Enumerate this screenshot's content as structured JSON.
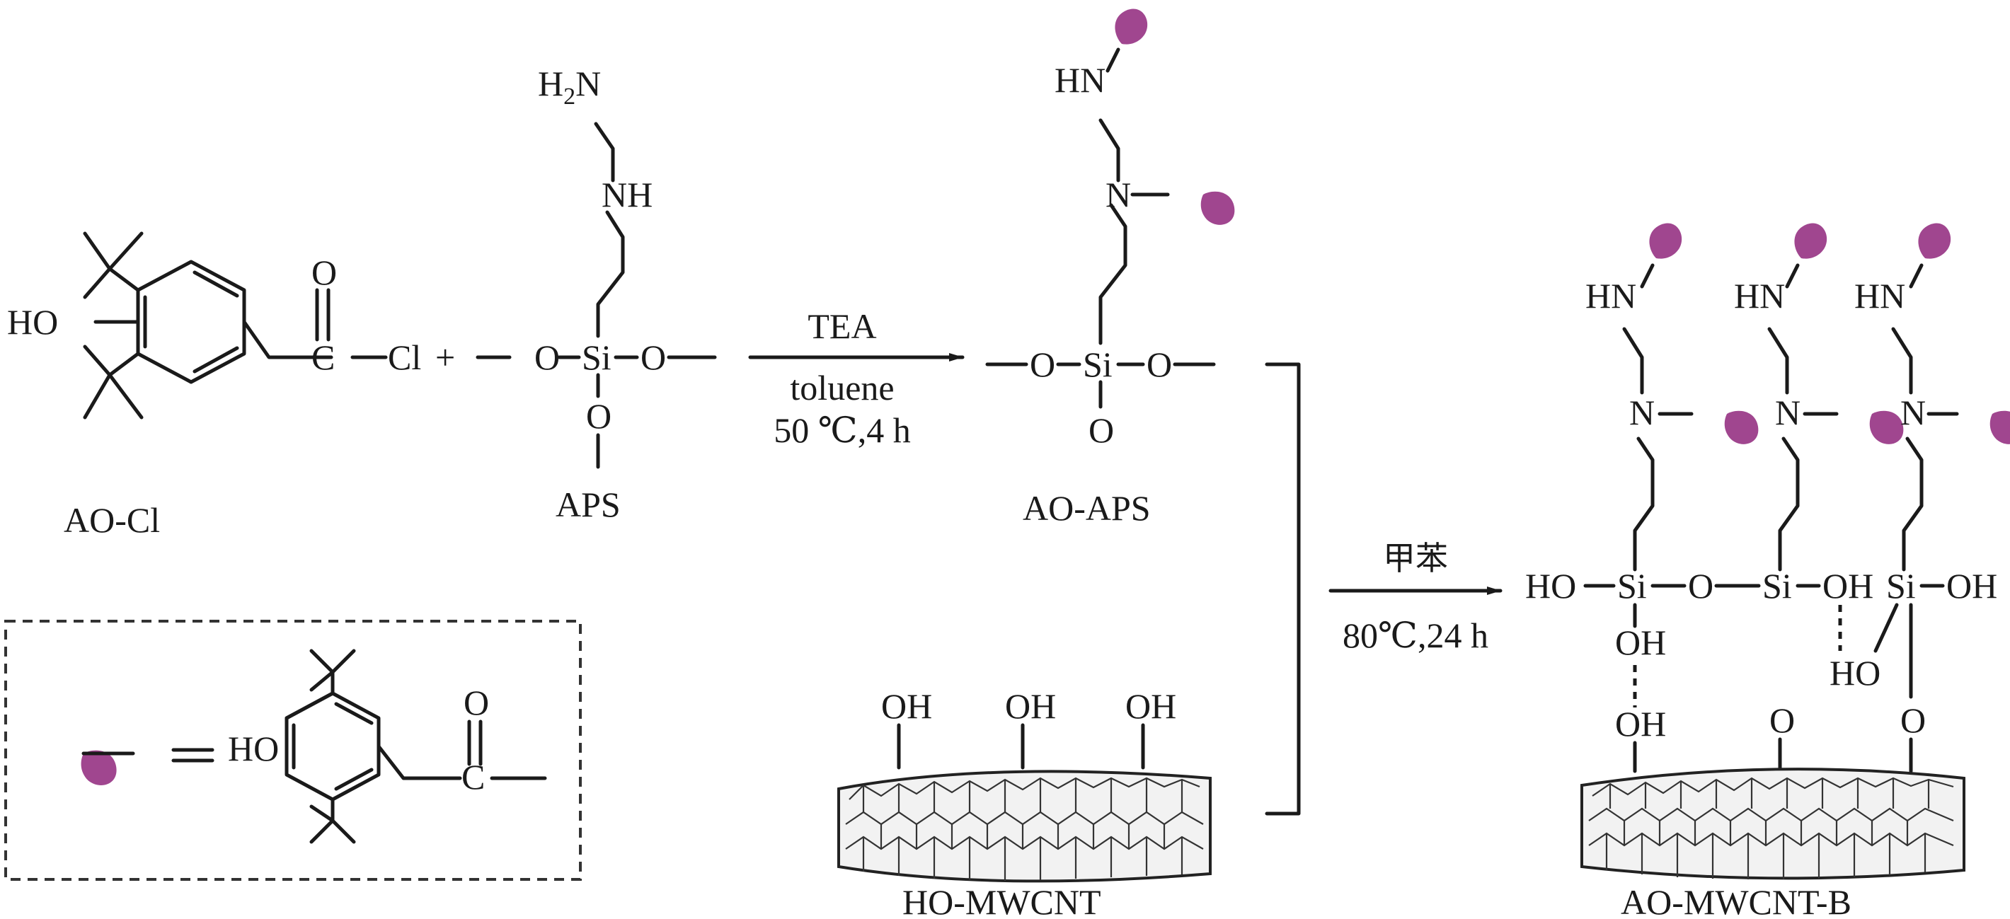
{
  "atoms": {
    "ho": "HO",
    "c": "C",
    "cl": "Cl",
    "o": "O",
    "si": "Si",
    "nh": "NH",
    "n": "N",
    "h": "H",
    "two": "2",
    "hn": "HN",
    "oh": "OH",
    "plus": "+",
    "equals": "="
  },
  "labels": {
    "ao_cl": "AO-Cl",
    "aps": "APS",
    "ao_aps": "AO-APS",
    "ho_mwcnt": "HO-MWCNT",
    "ao_mwcnt_b": "AO-MWCNT-B"
  },
  "arrow1": {
    "top": "TEA",
    "middle": "toluene",
    "bottom": "50 ℃,4 h"
  },
  "arrow2": {
    "top": "甲苯",
    "bottom": "80℃,24 h"
  },
  "colors": {
    "antioxidant": "#a0468f",
    "ink": "#1a1a1a"
  }
}
